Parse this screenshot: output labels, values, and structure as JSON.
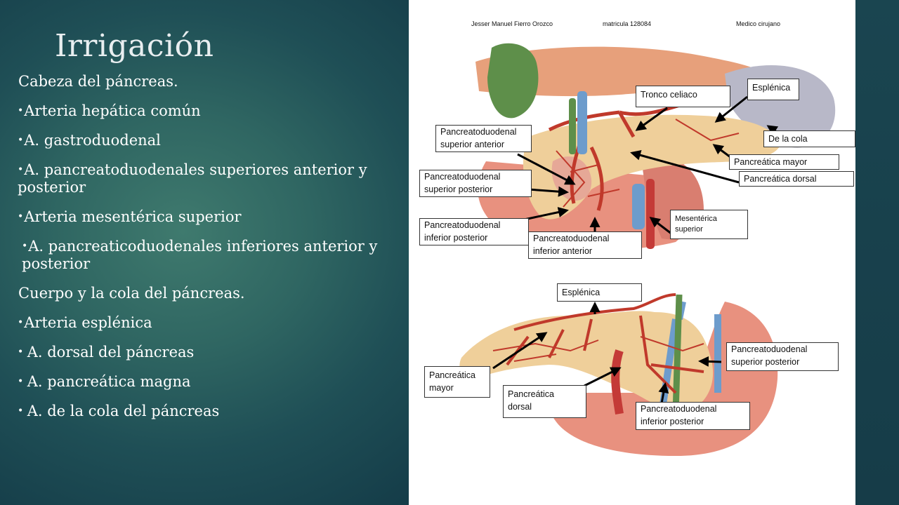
{
  "slide": {
    "title": "Irrigación",
    "bullets": [
      {
        "text": "Cabeza del páncreas.",
        "dot": false
      },
      {
        "text": "Arteria hepática común",
        "dot": true
      },
      {
        "text": "A. gastroduodenal",
        "dot": true
      },
      {
        "text": "A. pancreatoduodenales superiores anterior y posterior",
        "dot": true
      },
      {
        "text": "Arteria mesentérica superior",
        "dot": true
      },
      {
        "text": "A. pancreaticoduodenales inferiores anterior y posterior",
        "dot": true
      },
      {
        "text": "Cuerpo y la cola del páncreas.",
        "dot": false
      },
      {
        "text": "Arteria esplénica",
        "dot": true
      },
      {
        "text": "A. dorsal del páncreas",
        "dot": true
      },
      {
        "text": "A. pancreática magna",
        "dot": true
      },
      {
        "text": "A. de la cola del páncreas",
        "dot": true
      }
    ]
  },
  "figure": {
    "header": {
      "author": "Jesser Manuel Fierro Orozco",
      "matricula": "matricula 128084",
      "role": "Medico cirujano"
    },
    "labels_top": {
      "tronco_celiaco": "Tronco celiaco",
      "esplenica": "Esplénica",
      "psa": "Pancreatoduodenal\nsuperior anterior",
      "de_la_cola": "De la cola",
      "pancreatica_mayor": "Pancreática mayor",
      "psp": "Pancreatoduodenal\nsuperior posterior",
      "pancreatica_dorsal": "Pancreática dorsal",
      "pip": "Pancreatoduodenal\ninferior posterior",
      "mesenterica": "Mesentérica\nsuperior",
      "pia": "Pancreatoduodenal\ninferior anterior"
    },
    "labels_bottom": {
      "esplenica": "Esplénica",
      "psp": "Pancreatoduodenal\nsuperior posterior",
      "pancreatica_mayor": "Pancreática\nmayor",
      "pancreatica_dorsal": "Pancreática\ndorsal",
      "pip": "Pancreatoduodenal\ninferior posterior"
    }
  }
}
